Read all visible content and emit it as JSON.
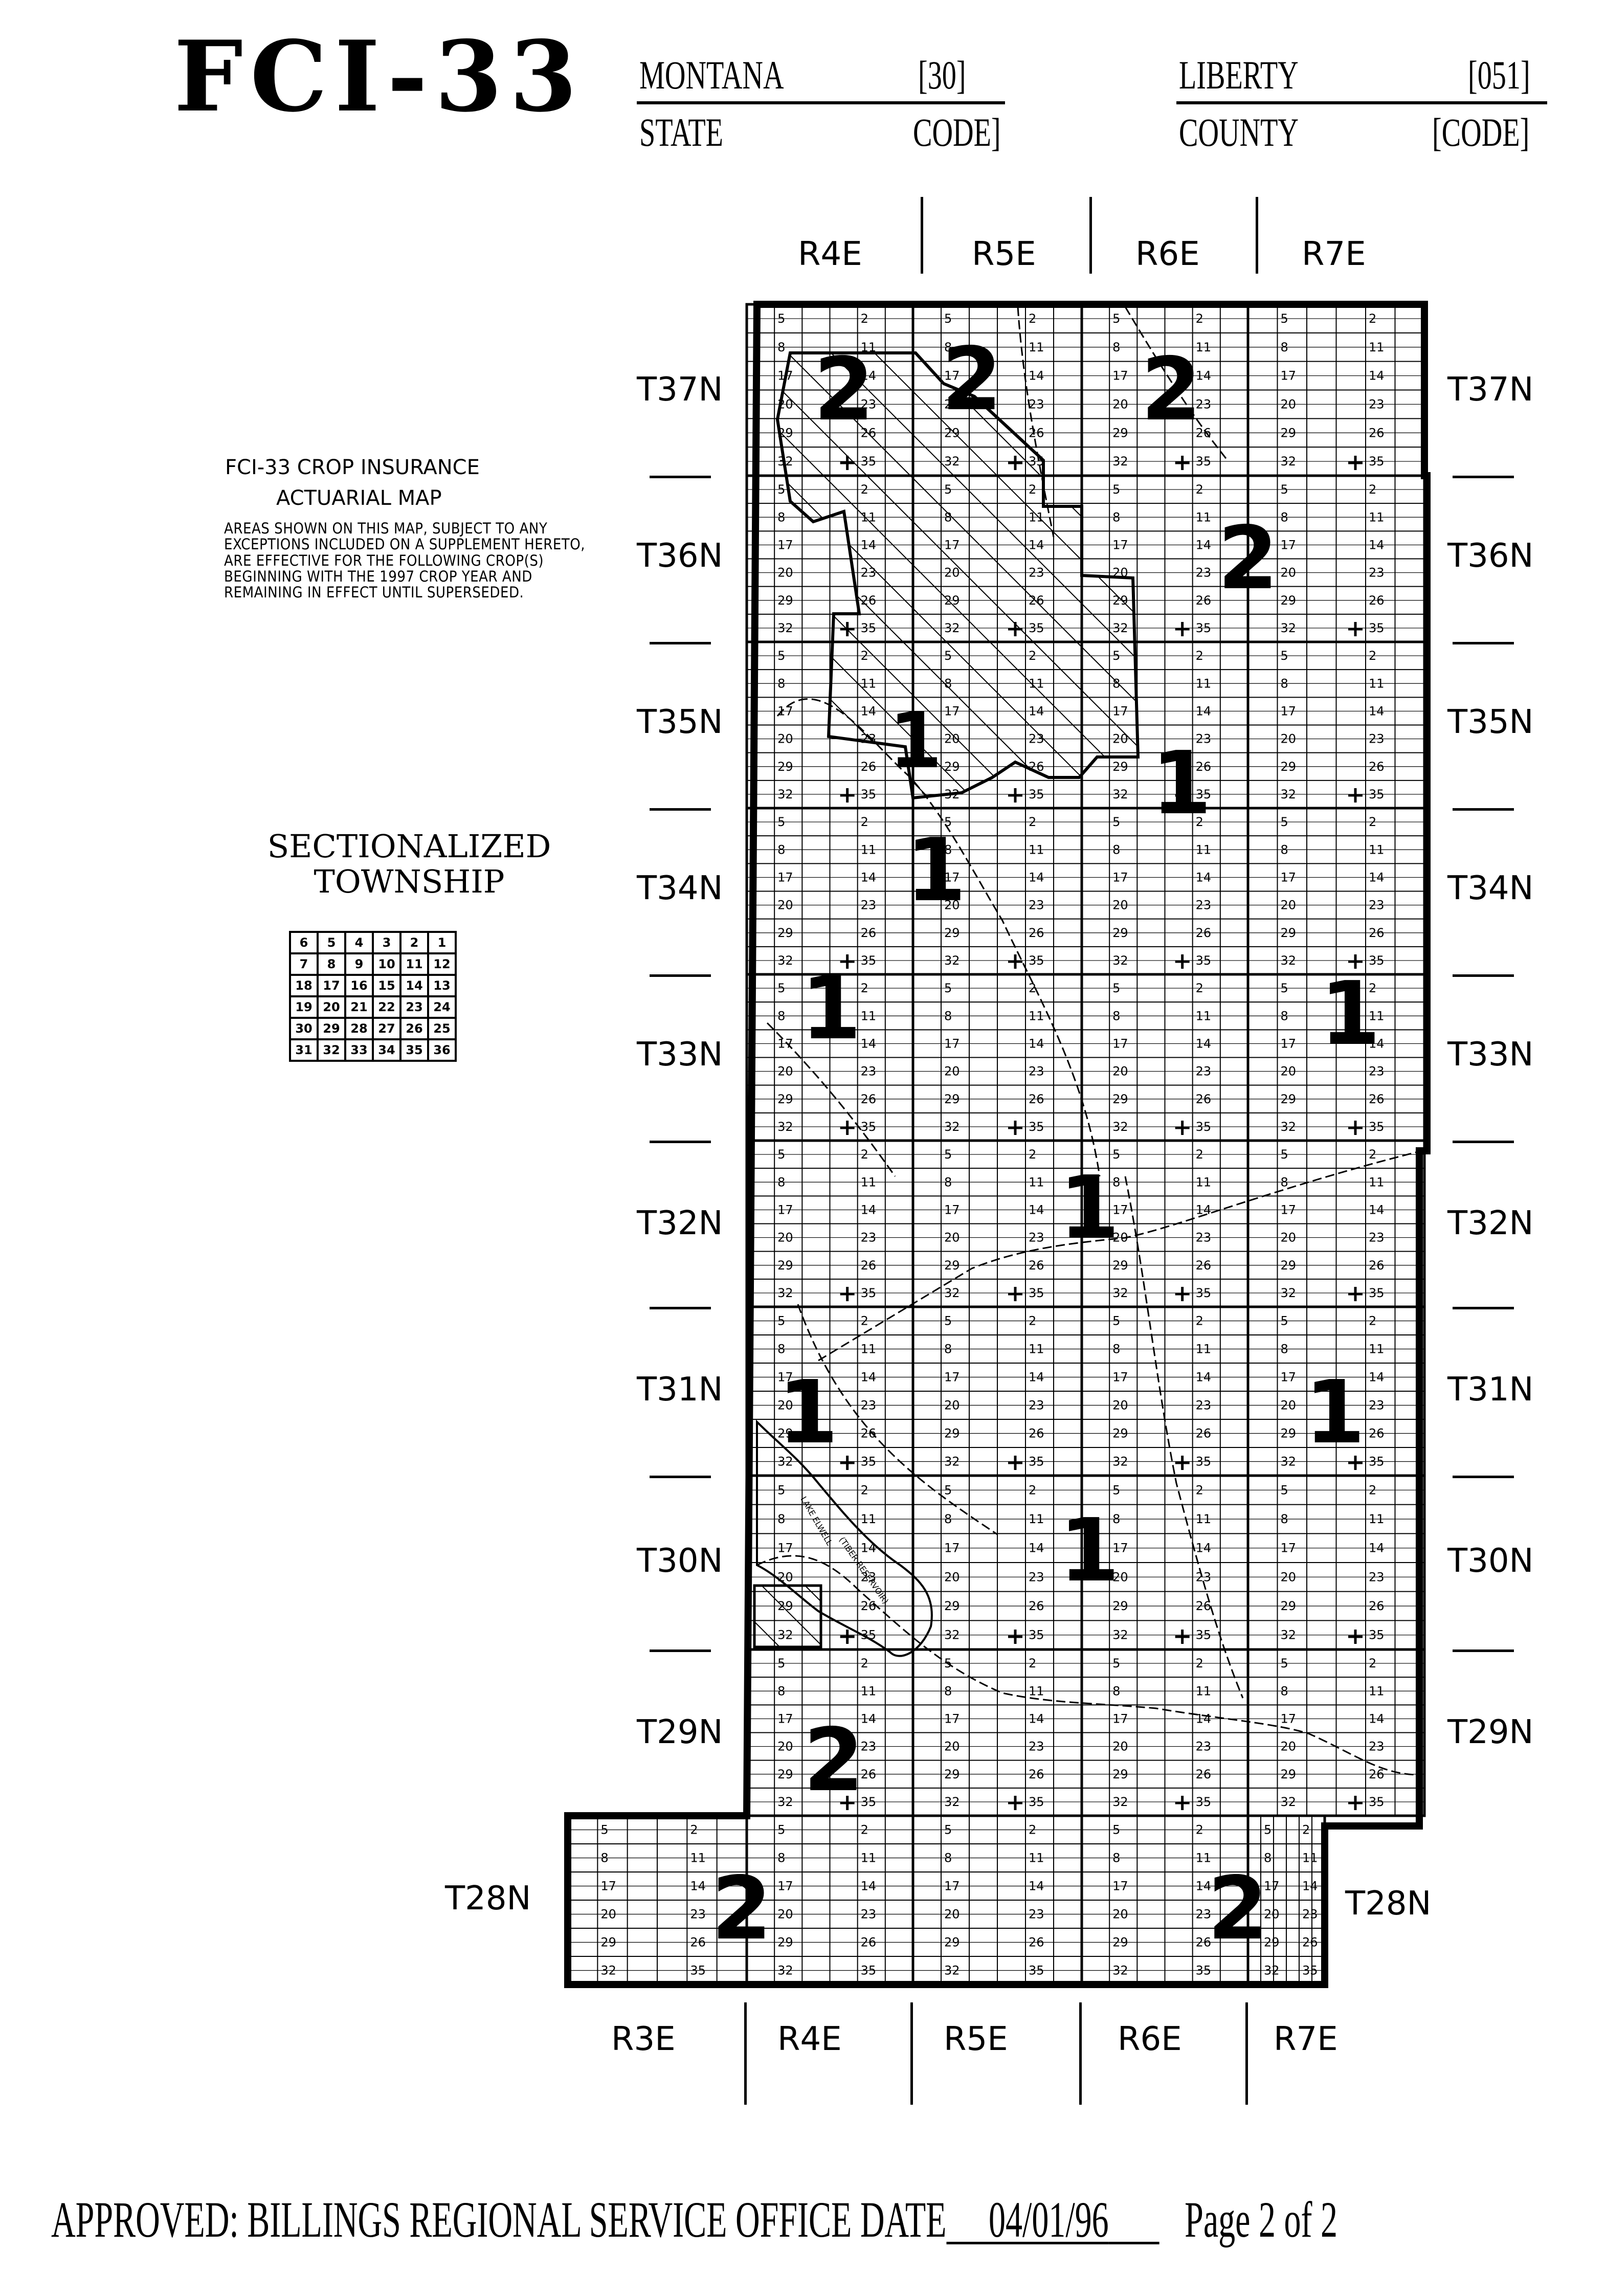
{
  "header": {
    "form_id": "FCI-33",
    "state_name": "MONTANA",
    "state_code": "[30]",
    "state_label": "STATE",
    "state_code_label": "CODE]",
    "county_name": "LIBERTY",
    "county_code": "[051]",
    "county_label": "COUNTY",
    "county_code_label": "[CODE]"
  },
  "notes": {
    "title": "FCI-33 CROP INSURANCE",
    "subtitle": "ACTUARIAL MAP",
    "body": "AREAS SHOWN ON THIS MAP, SUBJECT TO ANY EXCEPTIONS INCLUDED ON A SUPPLEMENT HERETO, ARE EFFECTIVE FOR THE FOLLOWING CROP(S) BEGINNING WITH THE 1997 CROP YEAR AND REMAINING IN EFFECT UNTIL SUPERSEDED."
  },
  "sectionalized": {
    "title_line1": "SECTIONALIZED",
    "title_line2": "TOWNSHIP",
    "rows": [
      [
        "6",
        "5",
        "4",
        "3",
        "2",
        "1"
      ],
      [
        "7",
        "8",
        "9",
        "10",
        "11",
        "12"
      ],
      [
        "18",
        "17",
        "16",
        "15",
        "14",
        "13"
      ],
      [
        "19",
        "20",
        "21",
        "22",
        "23",
        "24"
      ],
      [
        "30",
        "29",
        "28",
        "27",
        "26",
        "25"
      ],
      [
        "31",
        "32",
        "33",
        "34",
        "35",
        "36"
      ]
    ]
  },
  "map": {
    "ranges_top": [
      "R4E",
      "R5E",
      "R6E",
      "R7E"
    ],
    "ranges_bottom": [
      "R3E",
      "R4E",
      "R5E",
      "R6E",
      "R7E"
    ],
    "townships": [
      "T37N",
      "T36N",
      "T35N",
      "T34N",
      "T33N",
      "T32N",
      "T31N",
      "T30N",
      "T29N",
      "T28N"
    ],
    "section_labels": [
      "5",
      "8",
      "17",
      "20",
      "29",
      "32",
      "2",
      "11",
      "14",
      "23",
      "26",
      "35"
    ],
    "area_labels": [
      {
        "text": "2"
      },
      {
        "text": "2"
      },
      {
        "text": "2"
      },
      {
        "text": "2"
      },
      {
        "text": "1"
      },
      {
        "text": "1"
      },
      {
        "text": "1"
      },
      {
        "text": "1"
      },
      {
        "text": "1"
      },
      {
        "text": "1"
      },
      {
        "text": "1"
      },
      {
        "text": "1"
      },
      {
        "text": "2"
      },
      {
        "text": "2"
      },
      {
        "text": "2"
      },
      {
        "text": "1"
      }
    ],
    "water_label_1": "LAKE ELWELL",
    "water_label_2": "(TIBER RESERVOIR)"
  },
  "footer": {
    "approved": "APPROVED: BILLINGS REGIONAL SERVICE OFFICE DATE",
    "date": "04/01/96",
    "page": "Page 2 of 2"
  }
}
